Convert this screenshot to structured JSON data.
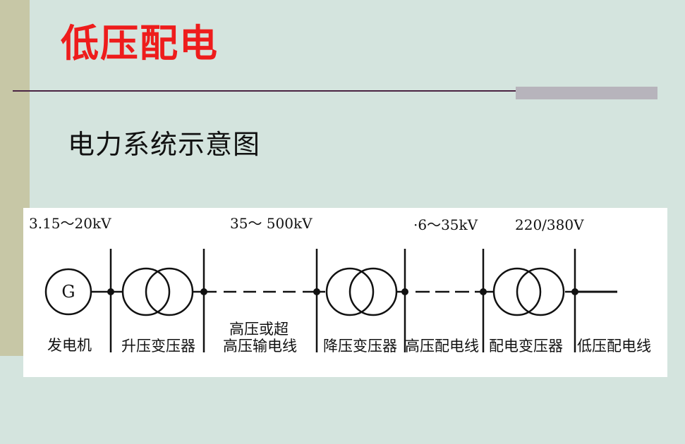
{
  "slide": {
    "title": "低压配电",
    "subtitle": "电力系统示意图",
    "colors": {
      "title": "#ee1c1c",
      "background": "#d4e4de",
      "side_bar": "#c7c7a6",
      "rule": "#4a2442"
    }
  },
  "diagram": {
    "voltages": [
      "3.15～20kV",
      "35～ 500kV",
      "·6～35kV",
      "220/380V"
    ],
    "generator_symbol": "G",
    "labels": {
      "generator": "发电机",
      "step_up": "升压变压器",
      "transmission_line_1": "高压或超",
      "transmission_line_2": "高压输电线",
      "step_down": "降压变压器",
      "hv_distribution": "高压配电线",
      "distribution_transformer": "配电变压器",
      "lv_distribution": "低压配电线"
    }
  }
}
